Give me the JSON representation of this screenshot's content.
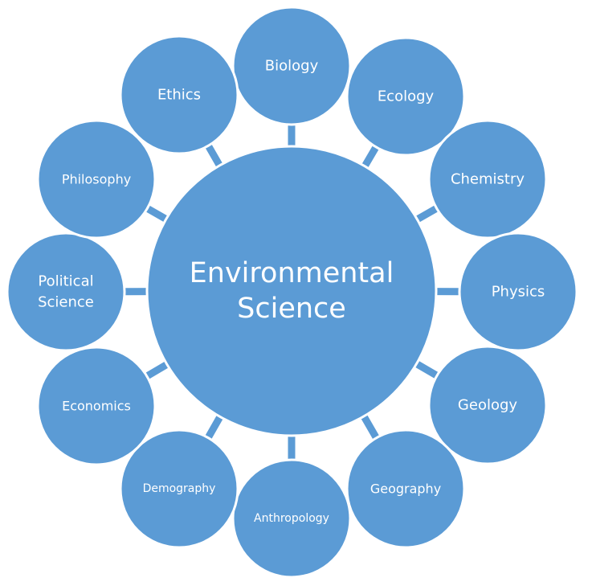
{
  "colors": {
    "node_fill": "#5b9bd5",
    "node_stroke": "#ffffff",
    "connector": "#5b9bd5",
    "text": "#ffffff",
    "background": "#ffffff"
  },
  "center": {
    "lines": [
      "Environmental",
      "Science"
    ]
  },
  "nodes": [
    {
      "id": "biology",
      "lines": [
        "Biology"
      ]
    },
    {
      "id": "ecology",
      "lines": [
        "Ecology"
      ]
    },
    {
      "id": "chemistry",
      "lines": [
        "Chemistry"
      ]
    },
    {
      "id": "physics",
      "lines": [
        "Physics"
      ]
    },
    {
      "id": "geology",
      "lines": [
        "Geology"
      ]
    },
    {
      "id": "geography",
      "lines": [
        "Geography"
      ]
    },
    {
      "id": "anthropology",
      "lines": [
        "Anthropology"
      ]
    },
    {
      "id": "demography",
      "lines": [
        "Demography"
      ]
    },
    {
      "id": "economics",
      "lines": [
        "Economics"
      ]
    },
    {
      "id": "political-science",
      "lines": [
        "Political",
        "Science"
      ]
    },
    {
      "id": "philosophy",
      "lines": [
        "Philosophy"
      ]
    },
    {
      "id": "ethics",
      "lines": [
        "Ethics"
      ]
    }
  ]
}
